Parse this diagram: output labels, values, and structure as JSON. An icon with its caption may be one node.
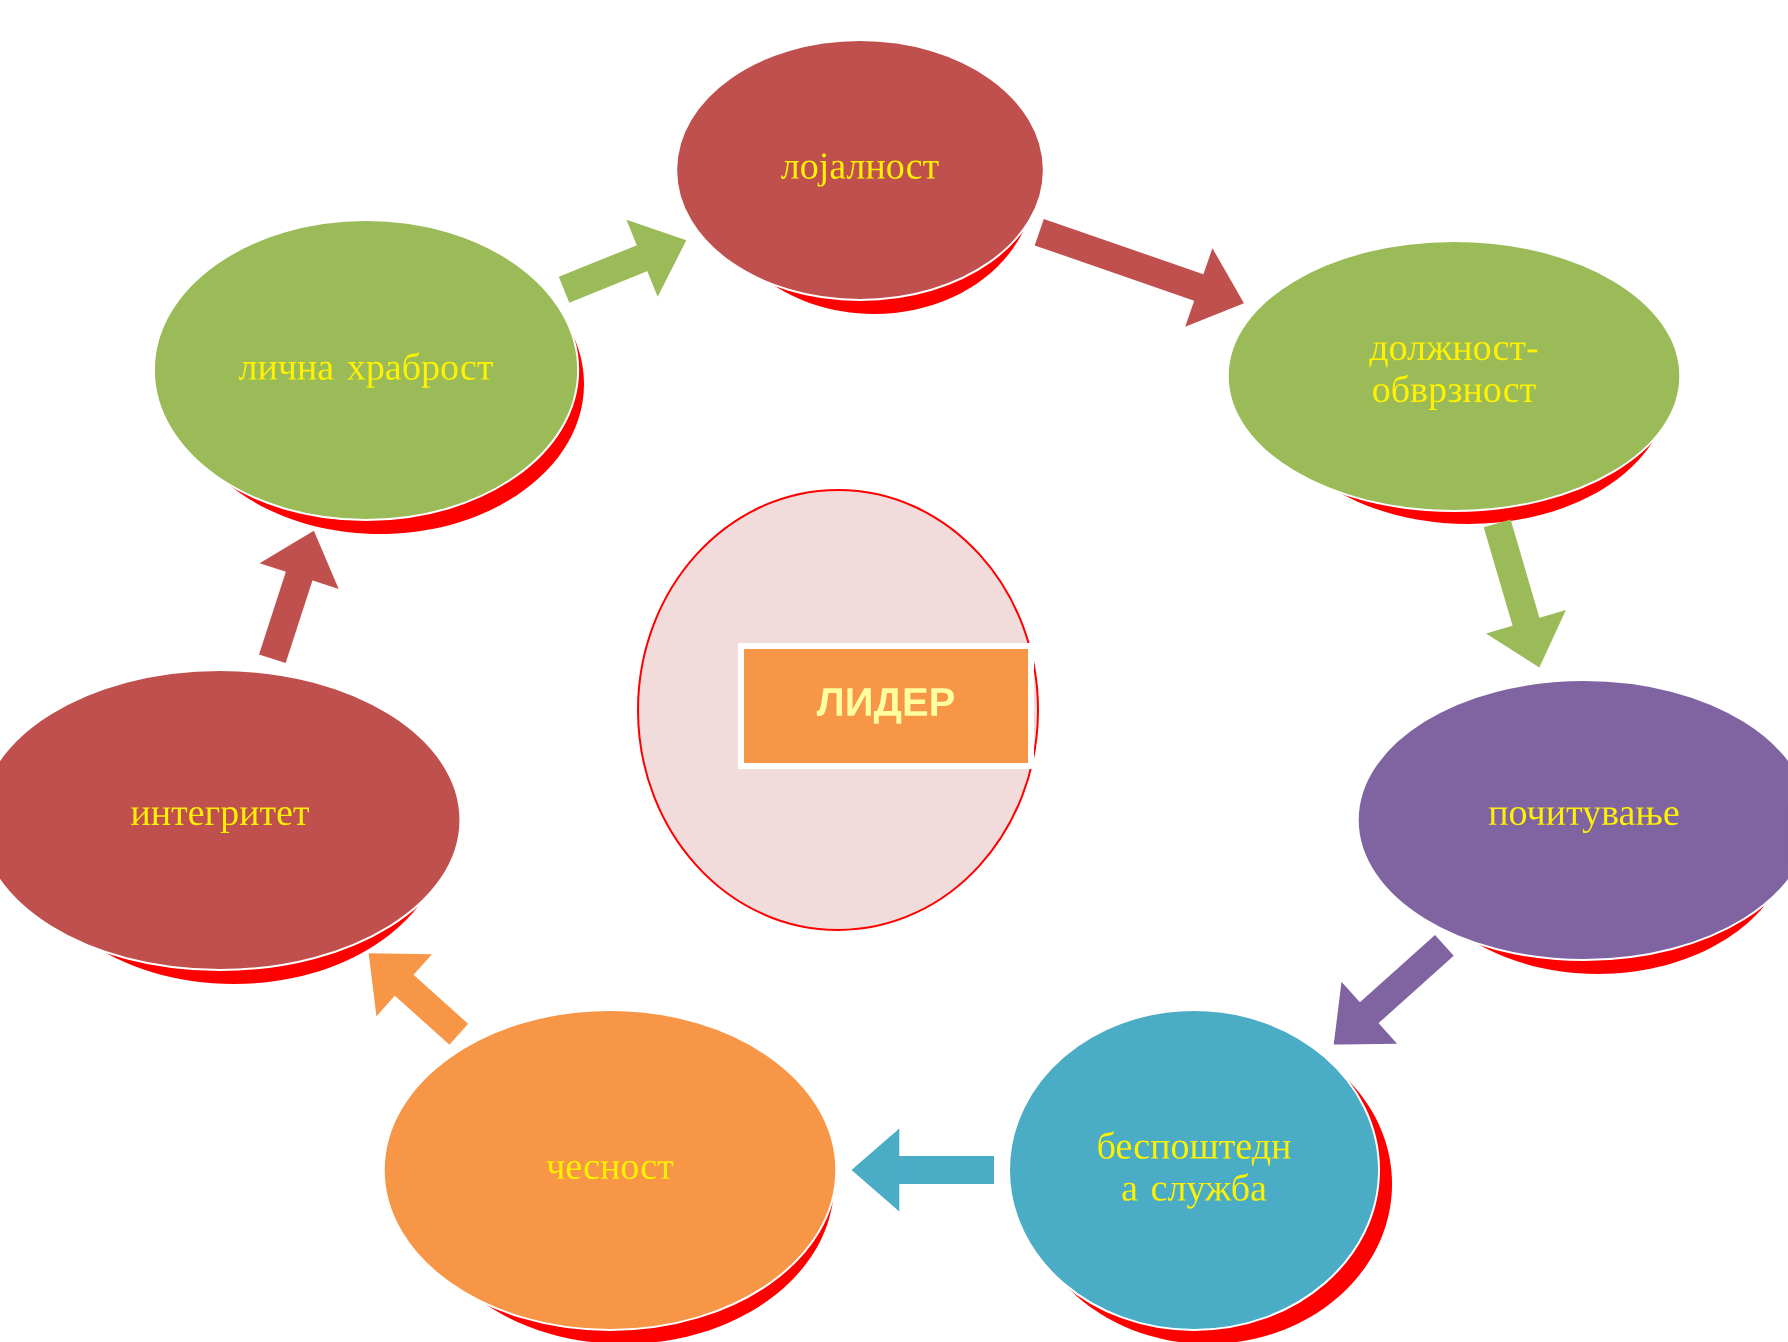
{
  "diagram": {
    "nodes": [
      {
        "text": [
          "лојалност"
        ]
      },
      {
        "text": [
          "должност-обврзност"
        ]
      },
      {
        "text": [
          "почитување"
        ]
      },
      {
        "text": [
          "беспоштедн а служба"
        ]
      },
      {
        "text": [
          "чесност"
        ]
      },
      {
        "text": [
          "интегритет"
        ]
      },
      {
        "text": [
          "лична храброст"
        ]
      },
      {
        "text": [],
        "shape": "circle"
      },
      {
        "text": [
          "ЛИДЕР"
        ],
        "in": 7
      }
    ],
    "edges": [
      {
        "from": 6,
        "to": 0,
        "arrow": "to",
        "color": "#9bbb59"
      },
      {
        "from": 0,
        "to": 1,
        "arrow": "to",
        "color": "#c0504d"
      },
      {
        "from": 1,
        "to": 2,
        "arrow": "to",
        "color": "#9bbb59"
      },
      {
        "from": 2,
        "to": 3,
        "arrow": "to",
        "color": "#8064a2"
      },
      {
        "from": 3,
        "to": 4,
        "arrow": "to",
        "color": "#4bacc6"
      },
      {
        "from": 4,
        "to": 5,
        "arrow": "to",
        "color": "#f79646"
      },
      {
        "from": 5,
        "to": 6,
        "arrow": "to",
        "color": "#c0504d"
      }
    ]
  }
}
